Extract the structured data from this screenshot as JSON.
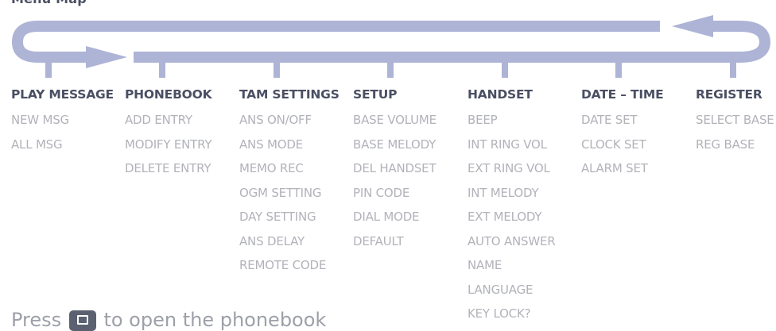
{
  "title": "Menu Map",
  "colors": {
    "loop": "#aeb4d6",
    "heading": "#4a4f63",
    "item": "#b1b3b9"
  },
  "columns": [
    {
      "heading": "PLAY MESSAGE",
      "items": [
        "NEW MSG",
        "ALL MSG"
      ]
    },
    {
      "heading": "PHONEBOOK",
      "items": [
        "ADD ENTRY",
        "MODIFY ENTRY",
        "DELETE ENTRY"
      ]
    },
    {
      "heading": "TAM SETTINGS",
      "items": [
        "ANS ON/OFF",
        "ANS MODE",
        "MEMO REC",
        "OGM SETTING",
        "DAY SETTING",
        "ANS DELAY",
        "REMOTE CODE"
      ]
    },
    {
      "heading": "SETUP",
      "items": [
        "BASE VOLUME",
        "BASE MELODY",
        "DEL HANDSET",
        "PIN CODE",
        "DIAL MODE",
        "DEFAULT"
      ]
    },
    {
      "heading": "HANDSET",
      "items": [
        "BEEP",
        "INT RING VOL",
        "EXT RING VOL",
        "INT MELODY",
        "EXT MELODY",
        "AUTO ANSWER",
        "NAME",
        "LANGUAGE",
        "KEY LOCK?"
      ]
    },
    {
      "heading": "DATE – TIME",
      "items": [
        "DATE SET",
        "CLOCK SET",
        "ALARM SET"
      ]
    },
    {
      "heading": "REGISTER",
      "items": [
        "SELECT BASE",
        "REG BASE"
      ]
    }
  ],
  "footer": {
    "before": "Press",
    "icon": "phonebook-key-icon",
    "after": "to open the phonebook"
  }
}
